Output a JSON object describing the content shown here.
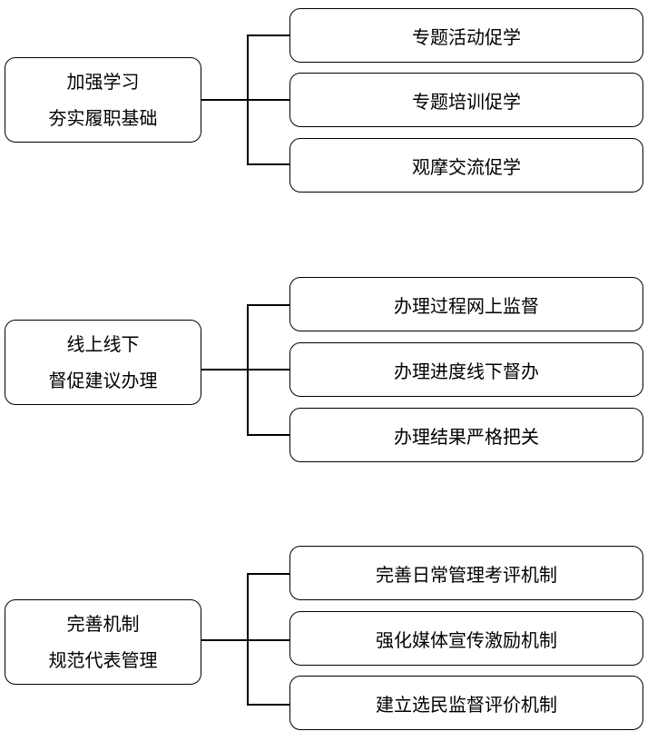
{
  "groups": [
    {
      "main": [
        "加强学习",
        "夯实履职基础"
      ],
      "items": [
        "专题活动促学",
        "专题培训促学",
        "观摩交流促学"
      ]
    },
    {
      "main": [
        "线上线下",
        "督促建议办理"
      ],
      "items": [
        "办理过程网上监督",
        "办理进度线下督办",
        "办理结果严格把关"
      ]
    },
    {
      "main": [
        "完善机制",
        "规范代表管理"
      ],
      "items": [
        "完善日常管理考评机制",
        "强化媒体宣传激励机制",
        "建立选民监督评价机制"
      ]
    }
  ]
}
